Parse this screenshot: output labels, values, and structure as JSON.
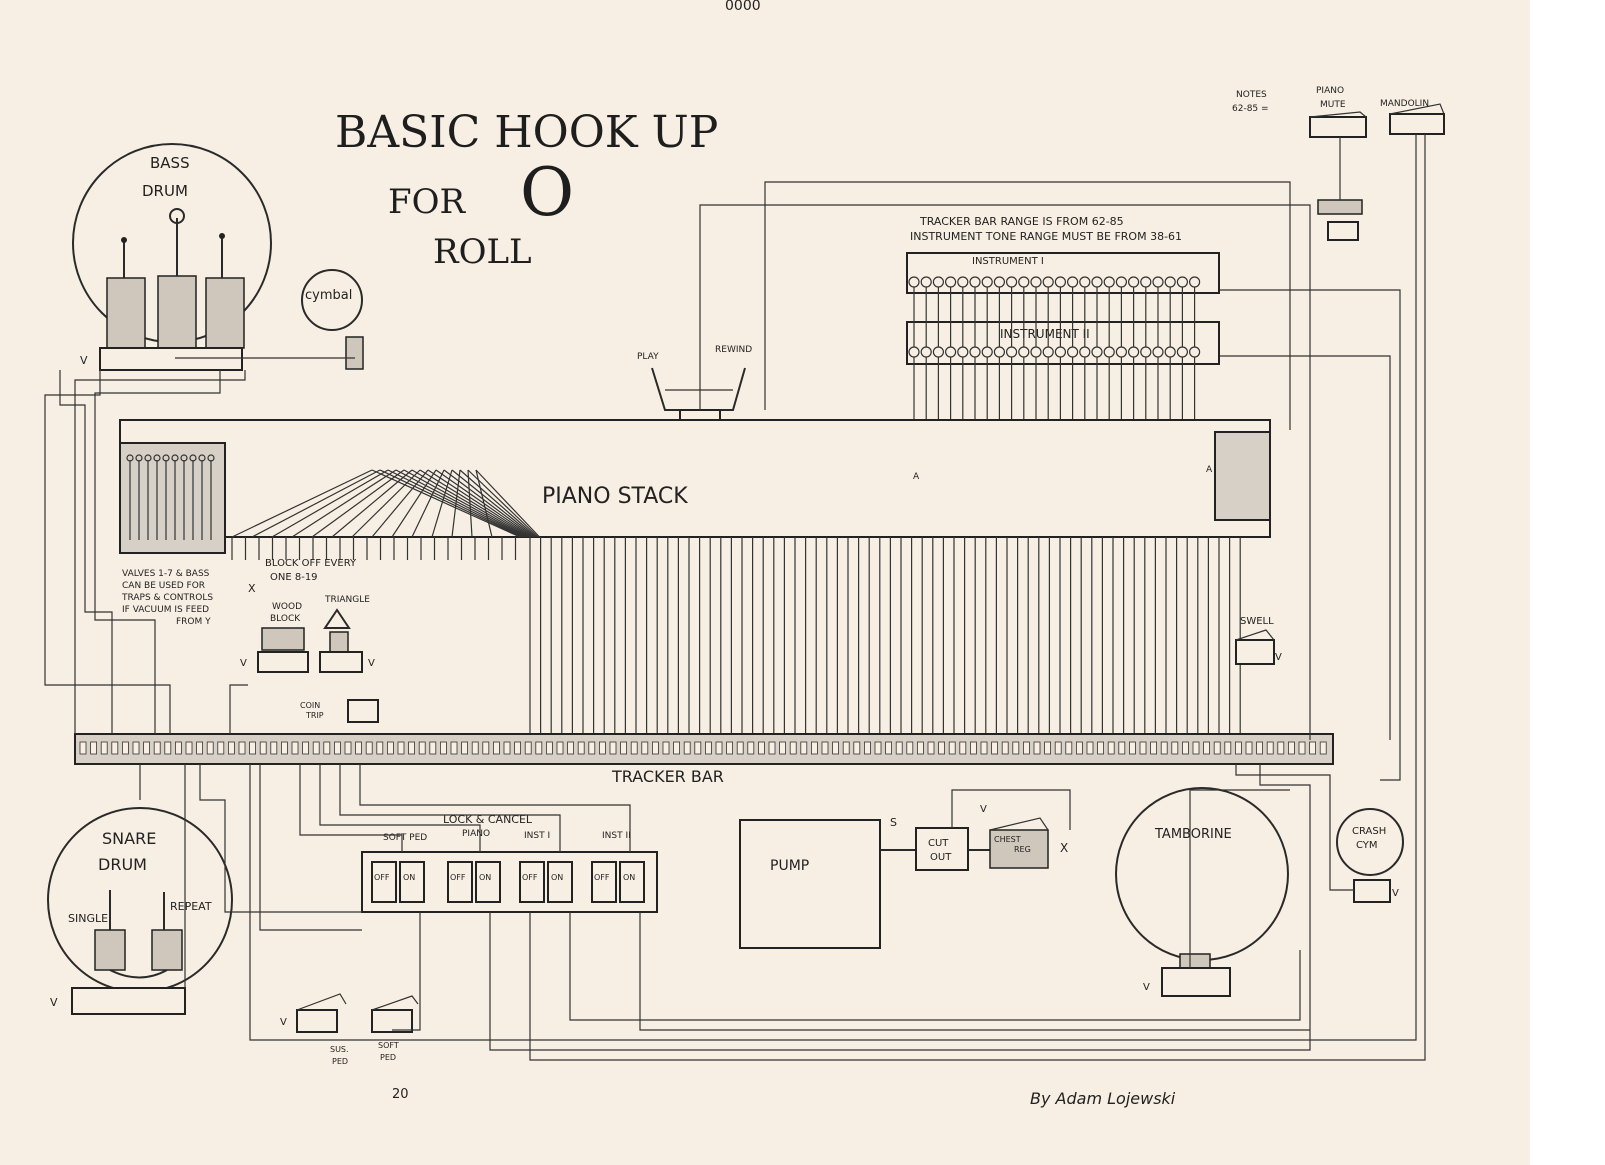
{
  "title": [
    "BASIC HOOK UP",
    "FOR",
    "O",
    "ROLL"
  ],
  "page_number_top": "0000",
  "page_number_bottom": "20",
  "author": "By Adam Lojewski",
  "labels": {
    "bass_drum": [
      "BASS",
      "DRUM"
    ],
    "cymbal": "cymbal",
    "snare_drum": [
      "SNARE",
      "DRUM"
    ],
    "snare_single": "SINGLE",
    "snare_repeat": "REPEAT",
    "tamborine": "TAMBORINE",
    "crash_cym": [
      "CRASH",
      "CYM"
    ],
    "piano_stack": "PIANO STACK",
    "tracker_bar": "TRACKER BAR",
    "pump": "PUMP",
    "cut_out": [
      "CUT",
      "OUT"
    ],
    "chest_reg": [
      "CHEST",
      "REG"
    ],
    "swell": "SWELL",
    "wood_block": [
      "WOOD",
      "BLOCK"
    ],
    "triangle": "TRIANGLE",
    "coin_trip": [
      "COIN",
      "TRIP"
    ],
    "play": "PLAY",
    "rewind": "REWIND",
    "instrument_1": "INSTRUMENT I",
    "instrument_2": "INSTRUMENT II",
    "tracker_note": [
      "TRACKER BAR RANGE IS FROM 62-85",
      "INSTRUMENT TONE RANGE MUST BE FROM 38-61"
    ],
    "notes_range": [
      "NOTES",
      "62-85 ="
    ],
    "piano_mute": [
      "PIANO",
      "MUTE"
    ],
    "mandolin": "MANDOLIN",
    "valves_note": [
      "VALVES 1-7 & BASS",
      "CAN BE USED FOR",
      "TRAPS & CONTROLS",
      "IF VACUUM IS FEED",
      "FROM Y"
    ],
    "block_note": [
      "BLOCK OFF EVERY",
      "ONE 8-19"
    ],
    "lock_cancel": "LOCK & CANCEL",
    "soft_ped": "SOFT PED",
    "piano": "PIANO",
    "inst_1": "INST I",
    "inst_2": "INST II",
    "off": "OFF",
    "on": "ON",
    "sus_ped": [
      "SUS.",
      "PED"
    ],
    "soft_ped_pneu": [
      "SOFT",
      "PED"
    ],
    "v": "V",
    "x": "X",
    "s": "S",
    "a": "A"
  }
}
